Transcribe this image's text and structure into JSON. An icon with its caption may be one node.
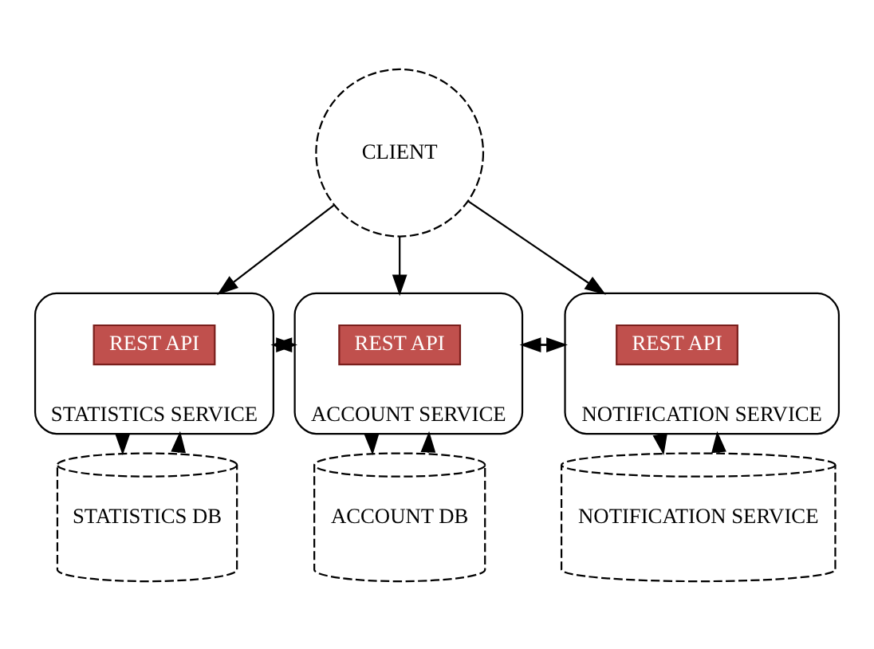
{
  "diagram": {
    "nodes": [
      {
        "text": [
          "CLIENT"
        ]
      },
      {
        "text": [
          "STATISTICS SERVICE"
        ]
      },
      {
        "text": [
          "REST API"
        ],
        "in": 1
      },
      {
        "text": [
          "ACCOUNT SERVICE"
        ]
      },
      {
        "text": [
          "REST API"
        ],
        "in": 3
      },
      {
        "text": [
          "NOTIFICATION SERVICE"
        ]
      },
      {
        "text": [
          "REST API"
        ],
        "in": 5
      },
      {
        "text": [
          "STATISTICS DB"
        ]
      },
      {
        "text": [
          "ACCOUNT DB"
        ]
      },
      {
        "text": [
          "NOTIFICATION SERVICE"
        ]
      }
    ],
    "edges": [
      {
        "from": 0,
        "to": 1,
        "arrow": "to"
      },
      {
        "from": 0,
        "to": 3,
        "arrow": "to"
      },
      {
        "from": 0,
        "to": 5,
        "arrow": "to"
      },
      {
        "from": 1,
        "to": 3,
        "arrow": "to"
      },
      {
        "from": 3,
        "to": 1,
        "arrow": "to"
      },
      {
        "from": 3,
        "to": 5,
        "arrow": "to"
      },
      {
        "from": 5,
        "to": 3,
        "arrow": "to"
      },
      {
        "from": 1,
        "to": 7,
        "arrow": "to"
      },
      {
        "from": 7,
        "to": 1,
        "arrow": "to"
      },
      {
        "from": 3,
        "to": 8,
        "arrow": "to"
      },
      {
        "from": 8,
        "to": 3,
        "arrow": "to"
      },
      {
        "from": 5,
        "to": 9,
        "arrow": "to"
      },
      {
        "from": 9,
        "to": 5,
        "arrow": "to"
      }
    ]
  }
}
